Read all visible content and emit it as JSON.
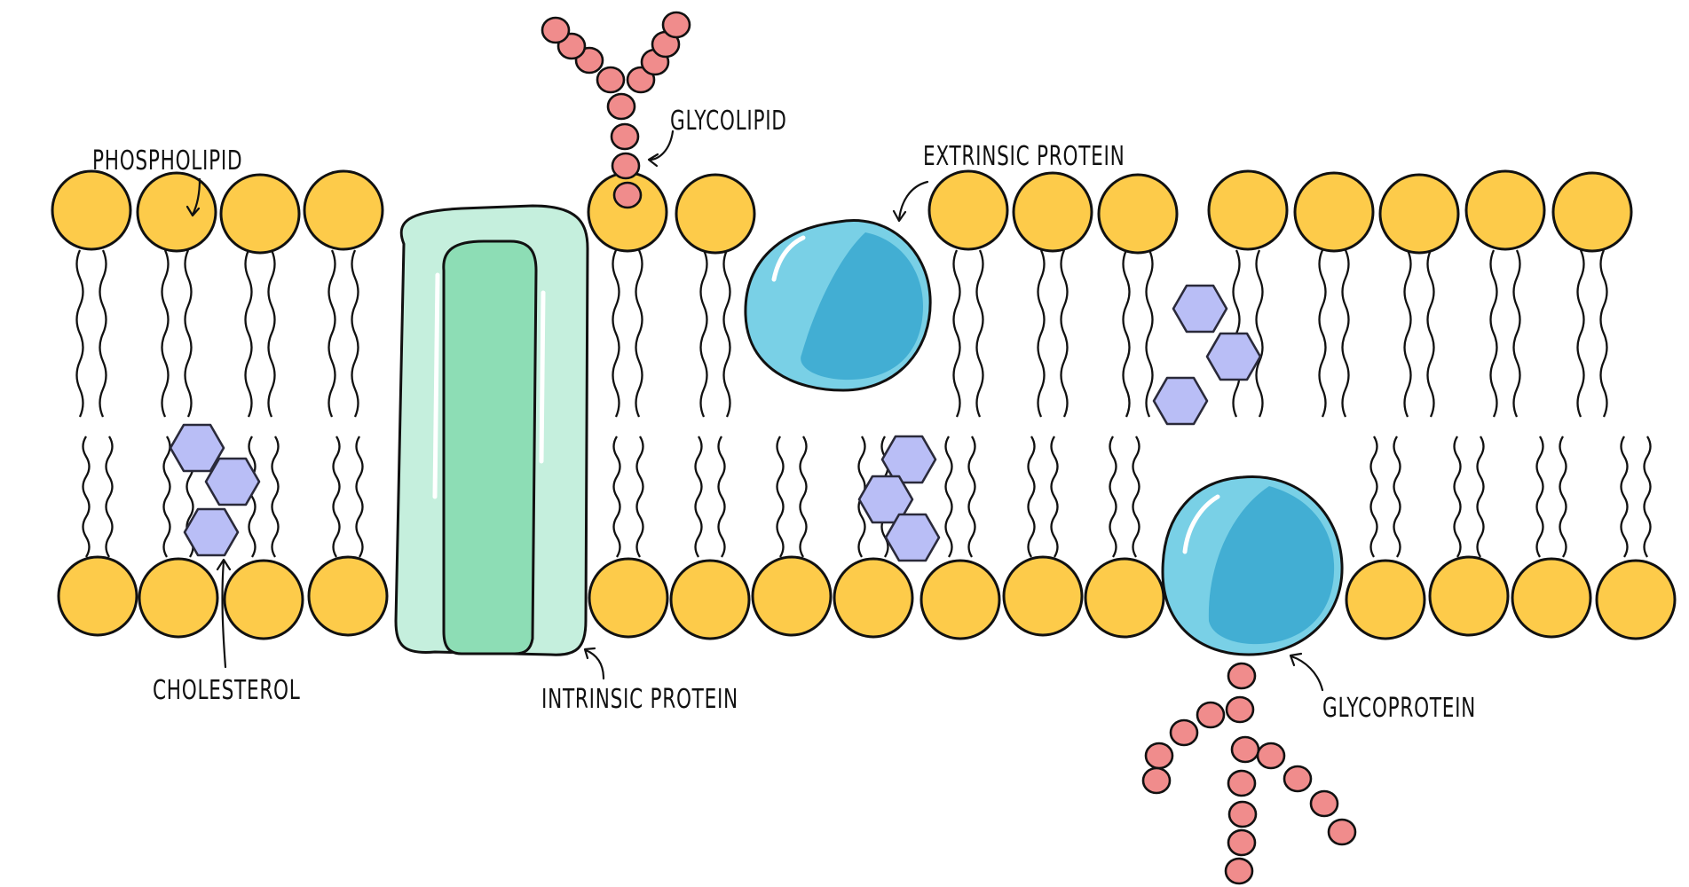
{
  "labels": {
    "phospholipid": "PHOSPHOLIPID",
    "glycolipid": "GLYCOLIPID",
    "extrinsic_protein": "EXTRINSIC PROTEIN",
    "cholesterol": "CHOLESTEROL",
    "intrinsic_protein": "INTRINSIC PROTEIN",
    "glycoprotein": "GLYCOPROTEIN"
  },
  "colors": {
    "outline": "#111111",
    "phospholipid_head": "#FDCB4A",
    "intrinsic_outer": "#C5EFDD",
    "intrinsic_inner": "#8DDDB5",
    "protein_light": "#79D0E6",
    "protein_dark": "#42AED3",
    "cholesterol": "#B9BEF6",
    "sugar": "#F08C8C"
  }
}
